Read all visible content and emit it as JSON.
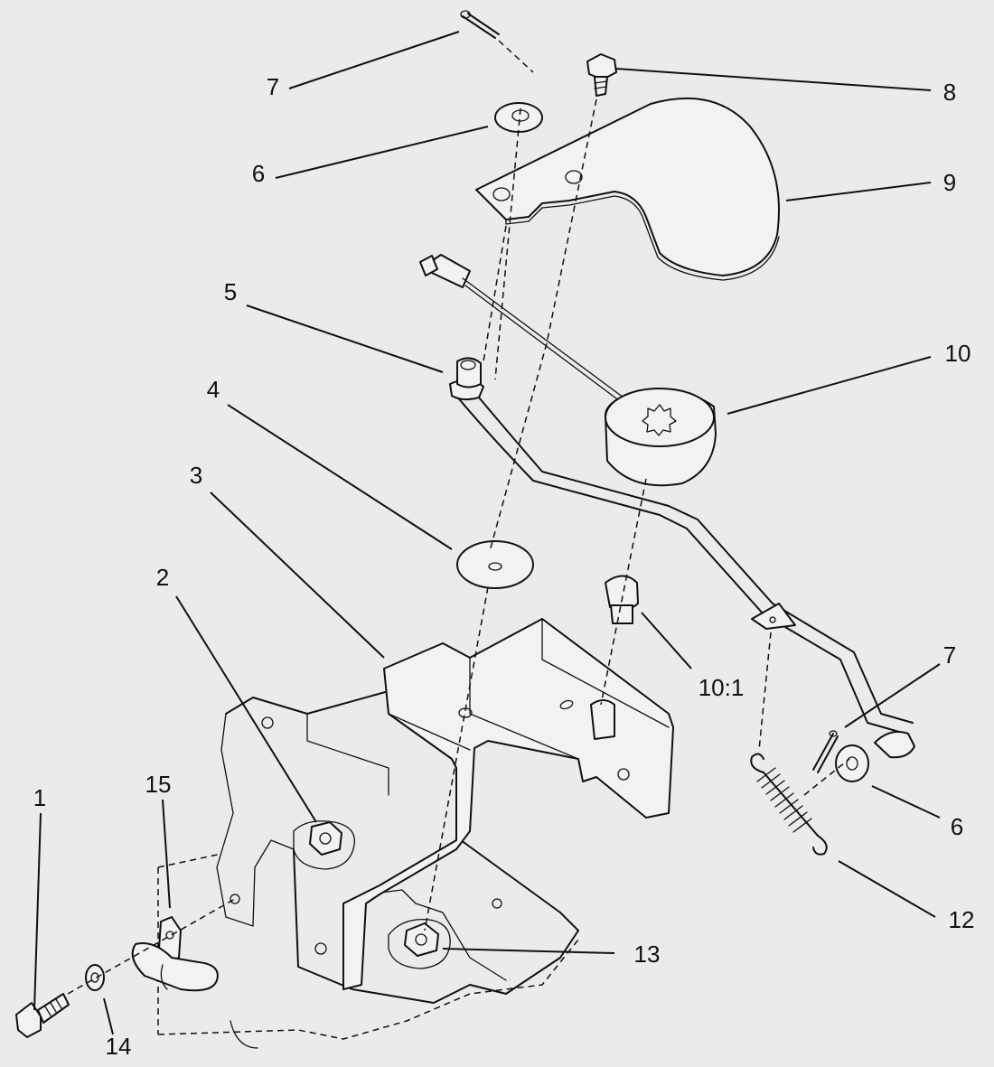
{
  "callouts": {
    "c1": "1",
    "c2": "2",
    "c3": "3",
    "c4": "4",
    "c5": "5",
    "c6_top": "6",
    "c6_right": "6",
    "c7_top": "7",
    "c7_right": "7",
    "c8": "8",
    "c9": "9",
    "c10": "10",
    "c10_1": "10:1",
    "c12": "12",
    "c13": "13",
    "c14": "14",
    "c15": "15"
  }
}
